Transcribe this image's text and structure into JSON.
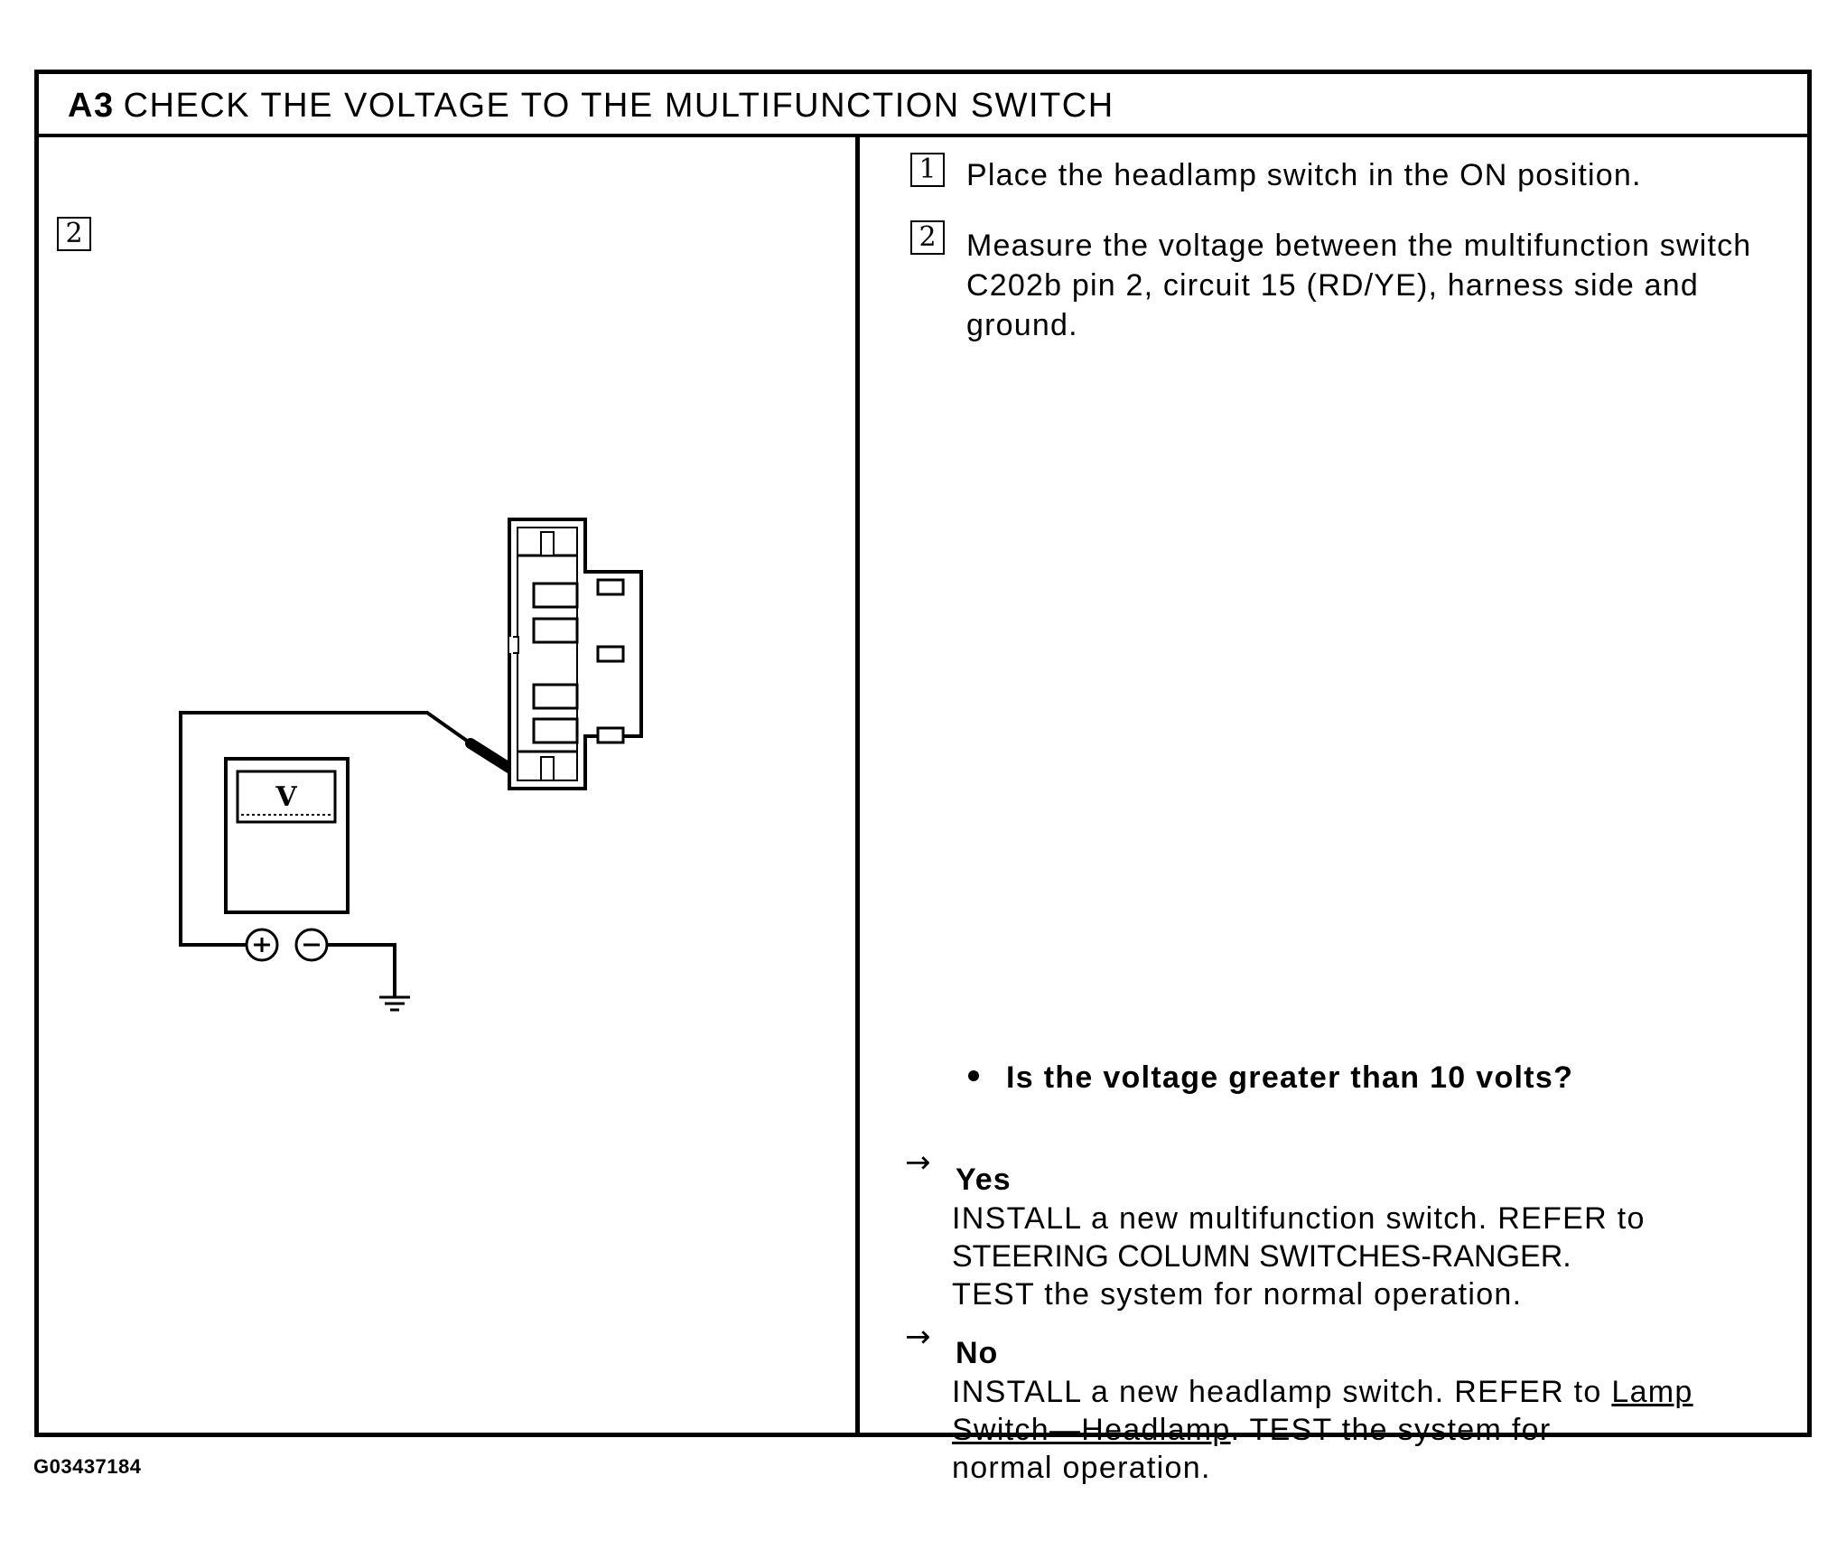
{
  "header": {
    "step_id": "A3",
    "title": "CHECK THE VOLTAGE TO THE MULTIFUNCTION SWITCH"
  },
  "illustration": {
    "step_marker": "2",
    "meter_label": "V",
    "icons": [
      "voltmeter-icon",
      "connector-icon",
      "ground-icon",
      "probe-icon"
    ]
  },
  "steps": [
    {
      "number": "1",
      "text": "Place the headlamp switch in the ON position."
    },
    {
      "number": "2",
      "lines": [
        "Measure the voltage between the multifunction switch",
        "C202b pin 2, circuit 15 (RD/YE), harness side and",
        "ground."
      ]
    }
  ],
  "question": "Is the voltage greater than 10 volts?",
  "results": {
    "yes": {
      "label": "Yes",
      "lines": [
        "INSTALL a new multifunction switch. REFER to",
        "STEERING COLUMN SWITCHES-RANGER.",
        "TEST the system for normal operation."
      ]
    },
    "no": {
      "label": "No",
      "line1_prefix": "INSTALL a new headlamp switch. REFER to ",
      "line1_link": "Lamp",
      "line2_link": "Switch—Headlamp",
      "line2_suffix": ". TEST the system for",
      "line3": "normal operation."
    }
  },
  "figure_code": "G03437184"
}
